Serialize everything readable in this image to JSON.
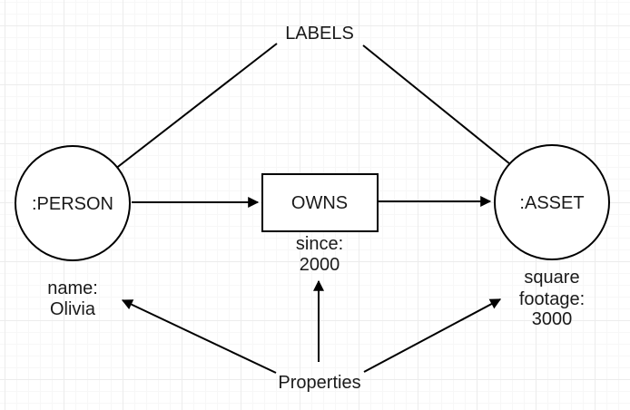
{
  "diagram": {
    "annotations": {
      "labels_title": "LABELS",
      "properties_title": "Properties"
    },
    "person": {
      "label": ":PERSON",
      "props": [
        "name:",
        "Olivia"
      ]
    },
    "relationship": {
      "label": "OWNS",
      "props": [
        "since:",
        "2000"
      ]
    },
    "asset": {
      "label": ":ASSET",
      "props": [
        "square",
        "footage:",
        "3000"
      ]
    },
    "colors": {
      "stroke": "#000000",
      "node_fill": "#ffffff",
      "text": "#1a1a1a",
      "grid_minor": "#f7f7f7",
      "grid_major": "#ececec",
      "background": "#ffffff"
    }
  }
}
